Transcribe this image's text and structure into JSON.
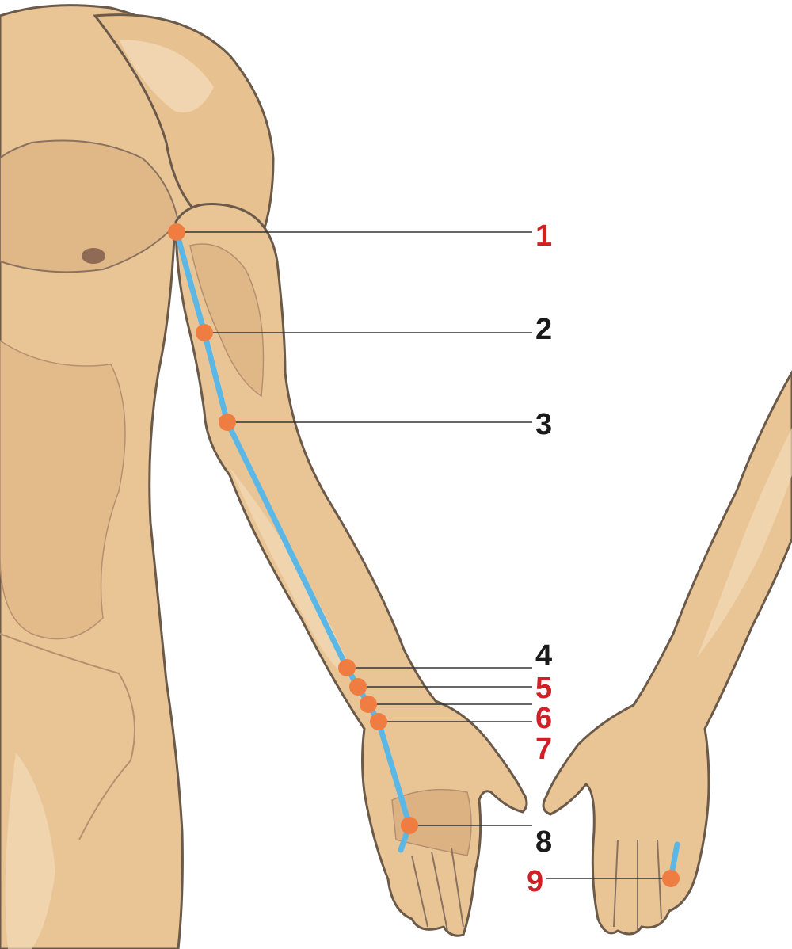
{
  "colors": {
    "skin": "#e9c596",
    "skin_shadow": "#d8ad79",
    "skin_highlight": "#f2dab8",
    "outline": "#6b5a4a",
    "meridian": "#5ab7e6",
    "point": "#ef7d42",
    "label_red": "#d21f26",
    "label_black": "#1a1a1a",
    "leader": "#333333"
  },
  "points": [
    {
      "label": "1",
      "color": "red"
    },
    {
      "label": "2",
      "color": "black"
    },
    {
      "label": "3",
      "color": "black"
    },
    {
      "label": "4",
      "color": "black"
    },
    {
      "label": "5",
      "color": "red"
    },
    {
      "label": "6",
      "color": "red"
    },
    {
      "label": "7",
      "color": "red"
    },
    {
      "label": "8",
      "color": "black"
    },
    {
      "label": "9",
      "color": "red"
    }
  ]
}
